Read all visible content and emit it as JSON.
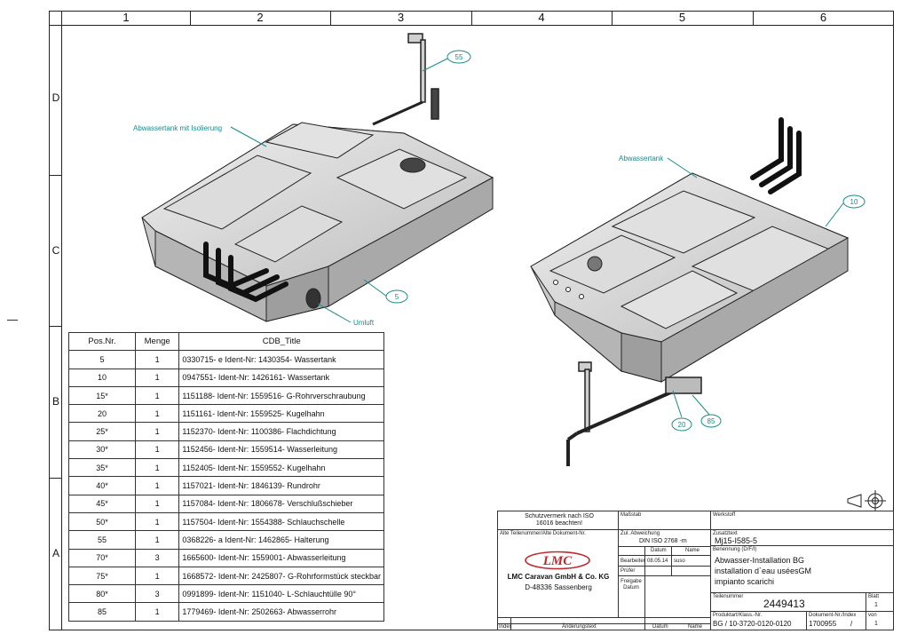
{
  "zones": {
    "columns": [
      "1",
      "2",
      "3",
      "4",
      "5",
      "6"
    ],
    "rows": [
      "D",
      "C",
      "B",
      "A"
    ]
  },
  "callouts": {
    "left_tank_label": "Abwassertank mit Isolierung",
    "left_outlet_label": "Umluft",
    "right_tank_label": "Abwassertank",
    "bubbles": [
      "55",
      "5",
      "10",
      "20",
      "85"
    ]
  },
  "parts_table": {
    "headers": [
      "Pos.Nr.",
      "Menge",
      "CDB_Title"
    ],
    "rows": [
      [
        "5",
        "1",
        "0330715- e Ident-Nr: 1430354- Wassertank"
      ],
      [
        "10",
        "1",
        "0947551-   Ident-Nr: 1426161- Wassertank"
      ],
      [
        "15*",
        "1",
        "1151188-   Ident-Nr: 1559516- G-Rohrverschraubung"
      ],
      [
        "20",
        "1",
        "1151161-   Ident-Nr: 1559525- Kugelhahn"
      ],
      [
        "25*",
        "1",
        "1152370-   Ident-Nr: 1100386- Flachdichtung"
      ],
      [
        "30*",
        "1",
        "1152456-   Ident-Nr: 1559514- Wasserleitung"
      ],
      [
        "35*",
        "1",
        "1152405-   Ident-Nr: 1559552- Kugelhahn"
      ],
      [
        "40*",
        "1",
        "1157021-   Ident-Nr: 1846139- Rundrohr"
      ],
      [
        "45*",
        "1",
        "1157084-   Ident-Nr: 1806678- Verschlußschieber"
      ],
      [
        "50*",
        "1",
        "1157504-   Ident-Nr: 1554388- Schlauchschelle"
      ],
      [
        "55",
        "1",
        "0368226- a Ident-Nr: 1462865- Halterung"
      ],
      [
        "70*",
        "3",
        "1665600-   Ident-Nr: 1559001- Abwasserleitung"
      ],
      [
        "75*",
        "1",
        "1668572-   Ident-Nr: 2425807- G-Rohrformstück steckbar"
      ],
      [
        "80*",
        "3",
        "0991899-   Ident-Nr: 1151040- L-Schlauchtülle 90°"
      ],
      [
        "85",
        "1",
        "1779469-   Ident-Nr: 2502663- Abwasserrohr"
      ]
    ]
  },
  "title_block": {
    "protection_note": "Schutzvermerk nach ISO 16016 beachten!",
    "massstab_label": "Maßstab",
    "werkstoff_label": "Werkstoff",
    "alte_teilenummer_label": "Alte Teilenummer/Alte Dokument-Nr.",
    "zul_abweichung_label": "Zul. Abweichung",
    "zul_abweichung_value": "DIN ISO 2768 -m",
    "zusatztext_label": "Zusatztext",
    "zusatztext_value": "Mj15-I585-5",
    "datum_label": "Datum",
    "name_label": "Name",
    "benennung_label": "Benennung (D/F/I)",
    "bearbeiter_label": "Bearbeiter",
    "bearbeiter_date": "08.05.14",
    "bearbeiter_name": "suso",
    "pruefer_label": "Prüfer",
    "freigabe_label": "Freigabe Datum",
    "title_line1": "Abwasser-Installation BG",
    "title_line2": "installation d`eau uséesGM",
    "title_line3": "impianto scarichi",
    "company_logo": "LMC",
    "company_name": "LMC Caravan GmbH & Co. KG",
    "company_city": "D-48336 Sassenberg",
    "teilenummer_label": "Teilenummer",
    "teilenummer_value": "2449413",
    "blatt_label": "Blatt",
    "blatt_value": "1",
    "von_label": "von",
    "von_value": "1",
    "produktart_label": "Produktart/Klass.-Nr.",
    "produktart_value": "BG / 10-3720-0120-0120",
    "dokument_label": "Dokument-Nr./Index",
    "dokument_value": "1700955",
    "dokument_index": "/",
    "index_label": "Index",
    "aenderungstext_label": "Änderungstext",
    "datum2_label": "Datum",
    "name2_label": "Name"
  },
  "colors": {
    "accent_callout": "#1a8a8a",
    "logo_red": "#c0282d",
    "tank_fill": "#d8d8d8",
    "line": "#222222"
  }
}
